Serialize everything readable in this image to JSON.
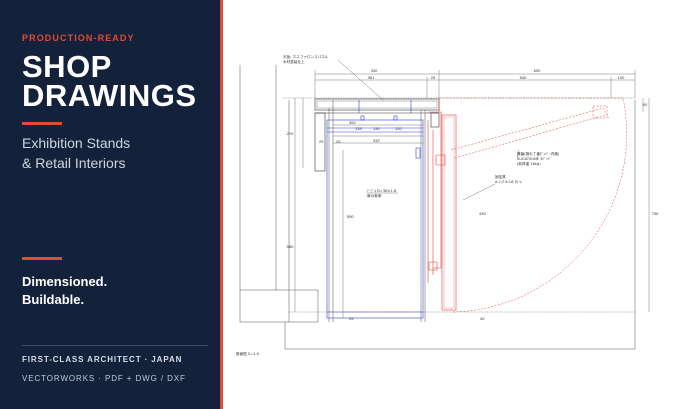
{
  "brand": {
    "tagline": "PRODUCTION-READY",
    "title_line1": "SHOP",
    "title_line2": "DRAWINGS",
    "subtitle_line1": "Exhibition Stands",
    "subtitle_line2": "& Retail Interiors",
    "feature_line1": "Dimensioned.",
    "feature_line2": "Buildable.",
    "credential": "FIRST-CLASS ARCHITECT · JAPAN",
    "formats": "VECTORWORKS · PDF + DWG / DXF"
  },
  "colors": {
    "panel": "#14213a",
    "accent": "#e24a35",
    "line_blue": "#2b44d6",
    "line_red": "#e0403a"
  },
  "drawing": {
    "top_dims": [
      "430",
      "600",
      "361",
      "25",
      "540",
      "100"
    ],
    "left_dims": [
      "270",
      "580"
    ],
    "right_dims": [
      "40",
      "730"
    ],
    "inner_dims": [
      "352",
      "135",
      "130",
      "120",
      "332",
      "25",
      "25"
    ],
    "height_dims": [
      "550",
      "430"
    ],
    "bottom_dims": [
      "25",
      "40"
    ],
    "note_top_line1": "天板: ホスファロンスパネル",
    "note_top_line2": "木材塗装仕上",
    "note_left_line1": "ﾃｰﾌﾞﾙ D=38×1.8",
    "note_left_line2": "扉の奥側",
    "note_right_line1": "蝶番(隠れ丁番ﾀﾞﾝﾊﾟｰ内蔵)",
    "note_right_line2": "SUGATSUNE 3ﾍﾞﾝﾄﾞ",
    "note_right_line3": "(耐荷重 16kg)",
    "note_mid_line1": "固定具",
    "note_mid_line2": "A-ﾌｯｸ 6-16 ｸﾛｰﾑ",
    "scale_label": "断面図 S=1:5"
  }
}
